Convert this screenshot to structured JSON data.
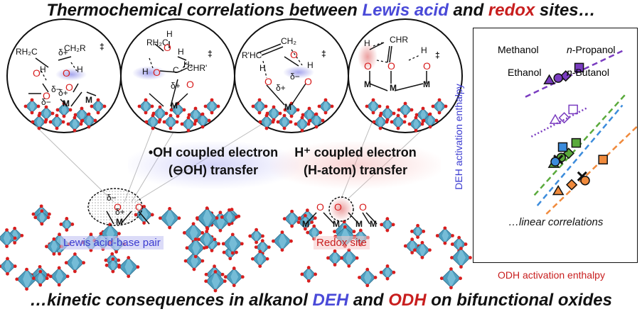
{
  "title": {
    "prefix": "Thermochemical correlations between ",
    "lewis": "Lewis acid",
    "mid": " and ",
    "redox": "redox",
    "suffix": " sites…"
  },
  "footer": {
    "prefix": "…kinetic consequences in alkanol ",
    "deh": "DEH",
    "mid1": " and ",
    "odh": "ODH",
    "suffix": " on bifunctional oxides"
  },
  "mechanisms": {
    "oh_line1": "•OH coupled electron",
    "oh_line2": "(⊖OH) transfer",
    "h_line1": "H⁺ coupled electron",
    "h_line2": "(H-atom) transfer"
  },
  "site_labels": {
    "lewis": "Lewis acid-base pair",
    "redox": "Redox site"
  },
  "circle_text": {
    "c1": [
      "RH₂C",
      "δ+",
      "CH₂R",
      "H",
      "O",
      "O",
      "H",
      "δ−",
      "O",
      "O",
      "δ+",
      "M",
      "M",
      "δ−",
      "‡"
    ],
    "c2": [
      "RH₂C",
      "H",
      "O",
      "H",
      "H₂",
      "C",
      "CHR'",
      "H",
      "O",
      "δ+",
      "O",
      "M",
      "‡"
    ],
    "c3": [
      "R'HC",
      "CH₂",
      "H",
      "O",
      "H",
      "δ−",
      "δ+",
      "O",
      "O",
      "M",
      "‡"
    ],
    "c4": [
      "CHR",
      "H",
      "O",
      "O",
      "H",
      "O",
      "M",
      "M",
      "M",
      "‡"
    ]
  },
  "surface_text": [
    "δ−",
    "O",
    "δ+",
    "O",
    "M",
    "M",
    "O",
    "O",
    "O",
    "M",
    "M",
    "M"
  ],
  "chart_data": {
    "type": "scatter",
    "title": "",
    "xlabel": "ODH activation enthalpy",
    "ylabel": "DEH activation enthalpy",
    "annotation": "…linear correlations",
    "legend": [
      {
        "name": "Methanol",
        "color": "#f08a3c"
      },
      {
        "name": "n-Propanol",
        "color": "#7a3cc0"
      },
      {
        "name": "Ethanol",
        "color": "#5aaa3c"
      },
      {
        "name": "n-Butanol",
        "color": "#3c8cdc"
      }
    ],
    "legend_display": [
      "Methanol",
      "n-Propanol",
      "Ethanol",
      "n-Butanol"
    ],
    "series": [
      {
        "name": "Methanol",
        "color": "#f08a3c",
        "points": [
          [
            0.82,
            0.44,
            "square",
            true
          ],
          [
            0.68,
            0.36,
            "x",
            false
          ],
          [
            0.7,
            0.34,
            "circle",
            true
          ],
          [
            0.61,
            0.32,
            "diamond",
            true
          ],
          [
            0.52,
            0.29,
            "triangle",
            true
          ]
        ],
        "trend": [
          [
            0.44,
            0.18
          ],
          [
            1.05,
            0.6
          ]
        ]
      },
      {
        "name": "n-Propanol",
        "color": "#7a3cc0",
        "points": [
          [
            0.66,
            0.88,
            "square",
            true
          ],
          [
            0.57,
            0.84,
            "diamond",
            true
          ],
          [
            0.52,
            0.83,
            "circle",
            true
          ],
          [
            0.46,
            0.82,
            "triangle",
            true
          ],
          [
            0.62,
            0.68,
            "square",
            false
          ],
          [
            0.56,
            0.64,
            "diamond",
            false
          ],
          [
            0.5,
            0.63,
            "triangle",
            false
          ]
        ],
        "trend": [
          [
            0.3,
            0.74
          ],
          [
            0.95,
            0.96
          ]
        ]
      },
      {
        "name": "Ethanol",
        "color": "#5aaa3c",
        "points": [
          [
            0.64,
            0.52,
            "square",
            true
          ],
          [
            0.59,
            0.47,
            "diamond",
            true
          ],
          [
            0.54,
            0.45,
            "circle",
            true
          ],
          [
            0.49,
            0.42,
            "triangle",
            true
          ]
        ],
        "trend": [
          [
            0.36,
            0.27
          ],
          [
            0.98,
            0.76
          ]
        ]
      },
      {
        "name": "n-Butanol",
        "color": "#3c8cdc",
        "points": [
          [
            0.55,
            0.5,
            "square",
            true
          ],
          [
            0.52,
            0.44,
            "x",
            false
          ],
          [
            0.5,
            0.43,
            "circle",
            true
          ]
        ],
        "trend": [
          [
            0.38,
            0.22
          ],
          [
            0.95,
            0.7
          ]
        ]
      },
      {
        "name": "n-Propanol dotted",
        "color": "#7a3cc0",
        "dotted": true,
        "points": [],
        "trend": [
          [
            0.34,
            0.55
          ],
          [
            0.72,
            0.69
          ]
        ]
      }
    ],
    "xlim": [
      0,
      1
    ],
    "ylim": [
      0,
      1
    ],
    "grid": false,
    "legend_placement": "top"
  }
}
